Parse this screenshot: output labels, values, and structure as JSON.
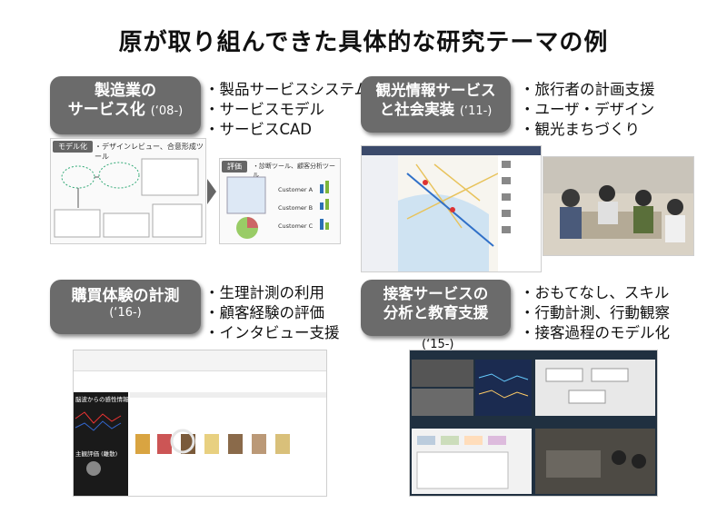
{
  "title": "原が取り組んできた具体的な研究テーマの例",
  "sections": [
    {
      "heading_line1": "製造業の",
      "heading_line2": "サービス化",
      "year": "(‘08-)",
      "bullets": [
        "製品サービスシステム",
        "サービスモデル",
        "サービスCAD"
      ]
    },
    {
      "heading_line1": "観光情報サービス",
      "heading_line2": "と社会実装",
      "year": "(‘11-)",
      "bullets": [
        "旅行者の計画支援",
        "ユーザ・デザイン",
        "観光まちづくり"
      ]
    },
    {
      "heading_line1": "購買体験の計測",
      "heading_line2": "",
      "year": "(‘16-)",
      "bullets": [
        "生理計測の利用",
        "顧客経験の評価",
        "インタビュー支援"
      ]
    },
    {
      "heading_line1": "接客サービスの",
      "heading_line2": "分析と教育支援",
      "year": "(‘15-)",
      "bullets": [
        "おもてなし、スキル",
        "行動計測、行動観察",
        "接客過程のモデル化"
      ]
    }
  ],
  "figure_labels": {
    "model_tag": "モデル化",
    "design_tools": "・デザインレビュー、合意形成ツール",
    "eval_tag": "評価",
    "diag_tools": "・診断ツール、顧客分析ツール",
    "customer_a": "Customer A",
    "customer_b": "Customer B",
    "customer_c": "Customer C",
    "brain_label": "脳波からの感性情報",
    "subjective_label": "主観評価 (離散)"
  }
}
